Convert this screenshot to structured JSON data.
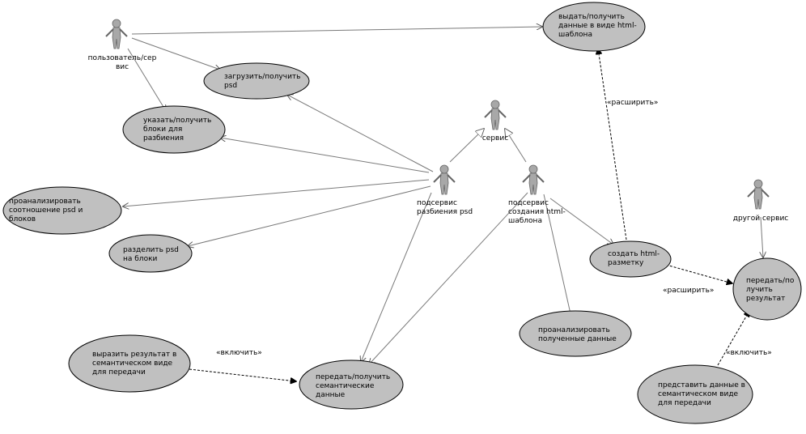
{
  "actors": {
    "user": "пользователь/сер\nвис",
    "service": "сервис",
    "sub_psd": "подсервис\nразбиения psd",
    "sub_html": "подсервис\nсоздания html-\nшаблона",
    "other": "другой сервис"
  },
  "usecases": {
    "issue_html": "выдать/получить\nданные в виде html-\nшаблона",
    "upload_psd": "загрузить/получить\npsd",
    "set_blocks": "указать/получить\nблоки для\nразбиения",
    "analyze_ratio": "проанализировать\nсоотношение psd и\nблоков",
    "split_psd": "разделить psd\nна блоки",
    "create_markup": "создать html-\nразметку",
    "transfer_result": "передать/по\nлучить\nрезультат",
    "analyze_data": "проанализировать\nполученные данные",
    "express_result": "выразить результат в\nсемантическом виде\nдля передачи",
    "transfer_semantic": "передать/получить\nсемантические\nданные",
    "present_data": "представить данные в\nсемантическом виде\nдля передачи"
  },
  "relations": {
    "extend_1": "«расширить»",
    "extend_2": "«расширить»",
    "include_1": "«включить»",
    "include_2": "«включить»"
  },
  "colors": {
    "usecase_fill": "#c0c0c0",
    "actor_fill": "#a8a8a8",
    "line": "#7a7a7a"
  }
}
